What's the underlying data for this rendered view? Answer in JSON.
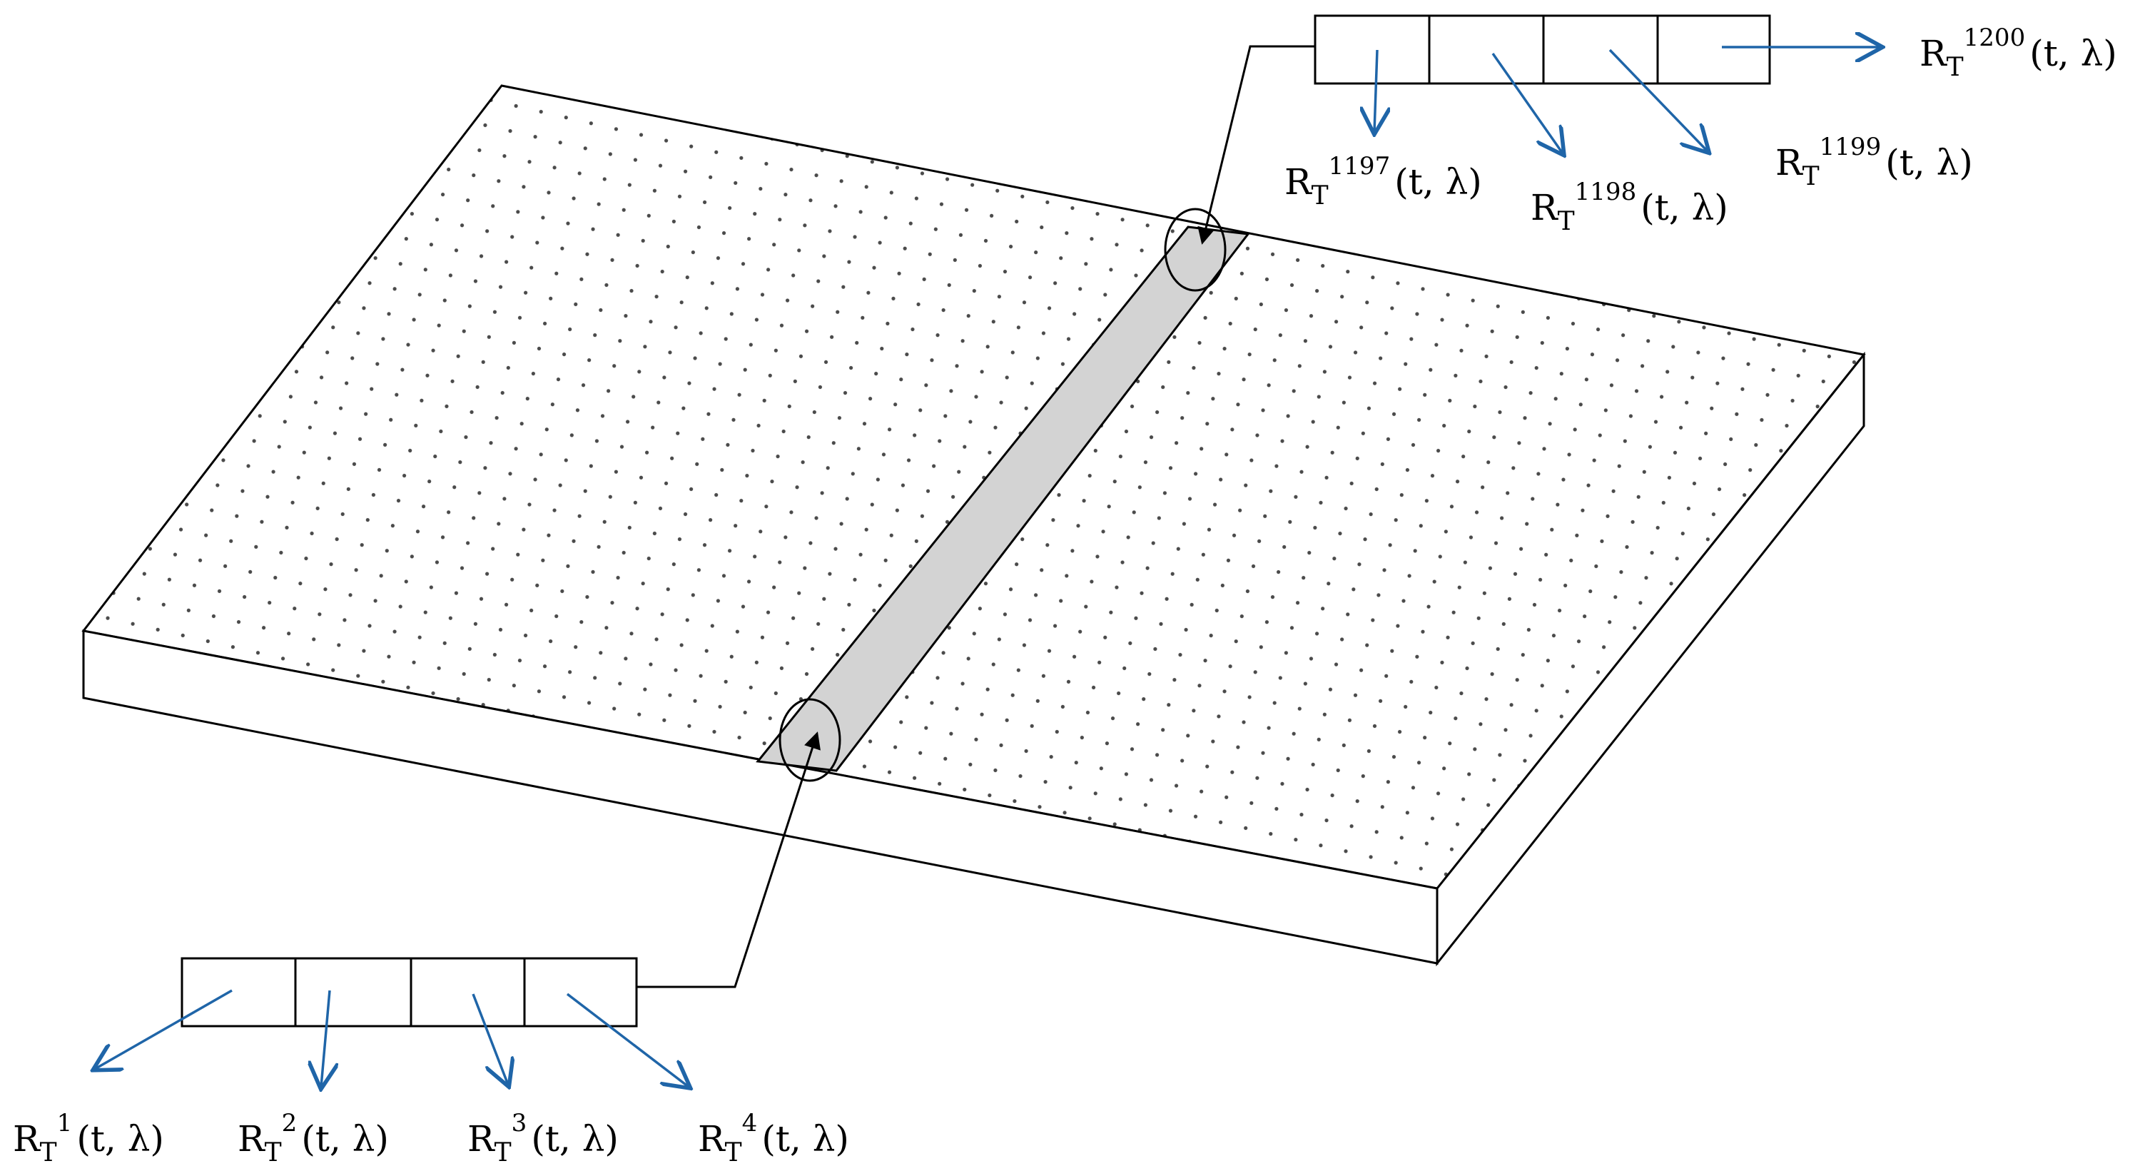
{
  "colors": {
    "line": "#000000",
    "arrow": "#1f65a8",
    "strip_fill": "#d3d3d3",
    "dots": "#4a4a4a",
    "background": "#ffffff"
  },
  "bottom_labels": [
    {
      "base": "R",
      "sub": "T",
      "sup": "1",
      "args": "(t, λ)"
    },
    {
      "base": "R",
      "sub": "T",
      "sup": "2",
      "args": "(t, λ)"
    },
    {
      "base": "R",
      "sub": "T",
      "sup": "3",
      "args": "(t, λ)"
    },
    {
      "base": "R",
      "sub": "T",
      "sup": "4",
      "args": "(t, λ)"
    }
  ],
  "top_labels": [
    {
      "base": "R",
      "sub": "T",
      "sup": "1197",
      "args": "(t, λ)"
    },
    {
      "base": "R",
      "sub": "T",
      "sup": "1198",
      "args": "(t, λ)"
    },
    {
      "base": "R",
      "sub": "T",
      "sup": "1199",
      "args": "(t, λ)"
    },
    {
      "base": "R",
      "sub": "T",
      "sup": "1200",
      "args": "(t, λ)"
    }
  ]
}
